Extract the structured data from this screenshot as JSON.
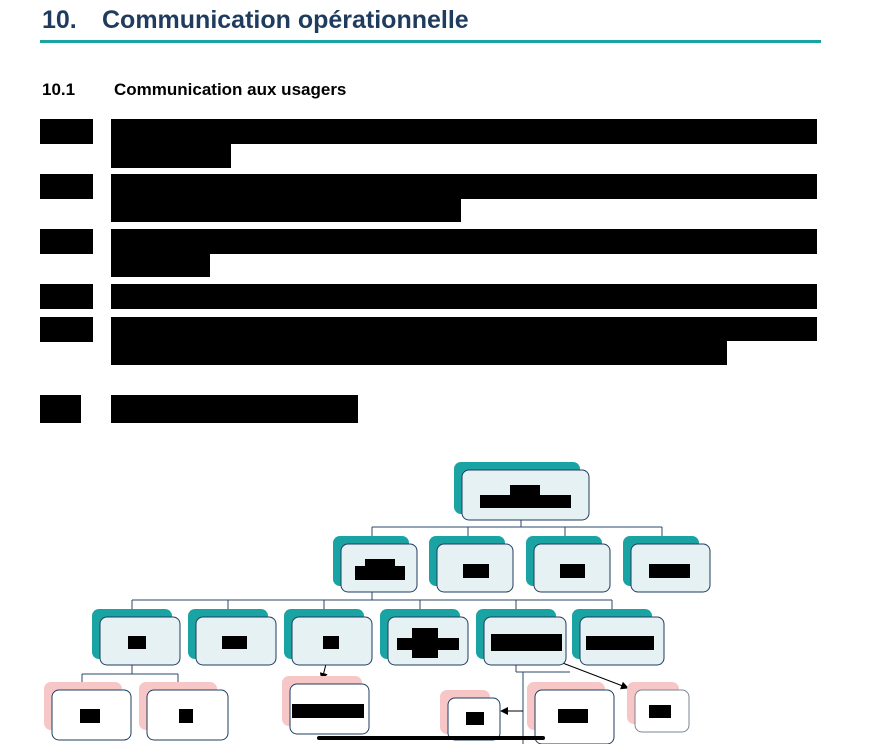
{
  "heading": {
    "number": "10.",
    "title": "Communication opérationnelle"
  },
  "section": {
    "number": "10.1",
    "title": "Communication aux usagers"
  },
  "colors": {
    "accent": "#1aa3a3",
    "heading": "#1f3c5e",
    "box_fill": "#e6f1f3",
    "box_stroke": "#1f3c5e",
    "pink": "#f7c7c7"
  }
}
